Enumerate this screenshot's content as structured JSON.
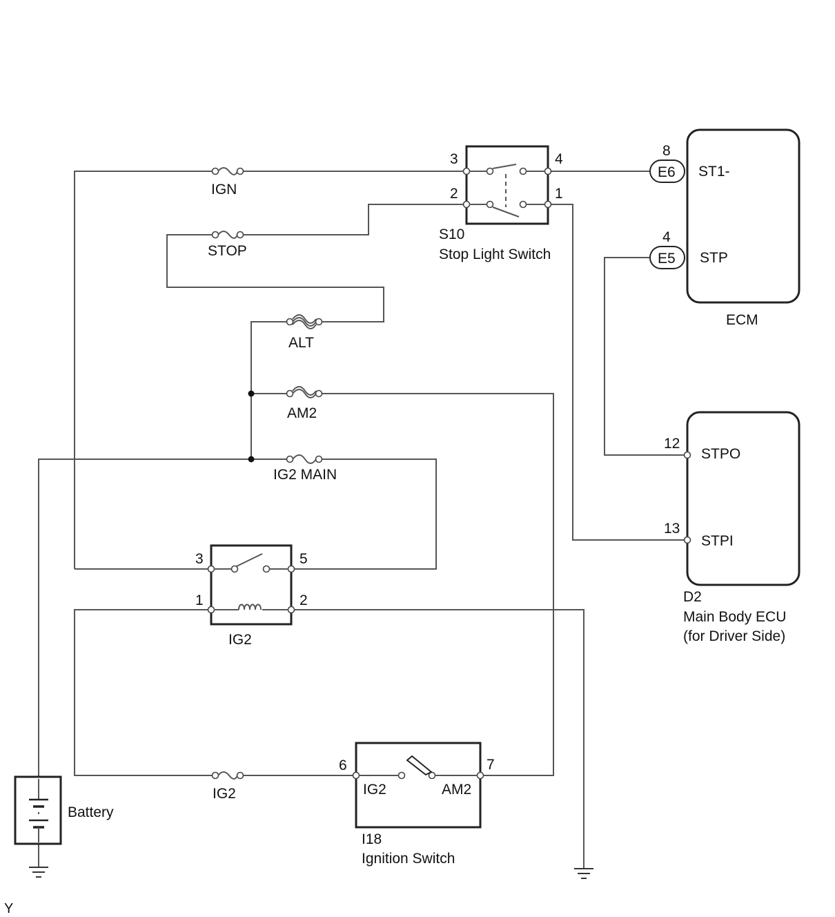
{
  "fuses": {
    "ign": "IGN",
    "stop": "STOP",
    "alt": "ALT",
    "am2": "AM2",
    "ig2_main": "IG2 MAIN",
    "ig2": "IG2"
  },
  "stop_light_switch": {
    "code": "S10",
    "name": "Stop Light Switch",
    "pins": {
      "p3": "3",
      "p4": "4",
      "p2": "2",
      "p1": "1"
    }
  },
  "ecm": {
    "name": "ECM",
    "connectors": [
      {
        "id": "E6",
        "pin": "8",
        "terminal": "ST1-"
      },
      {
        "id": "E5",
        "pin": "4",
        "terminal": "STP"
      }
    ]
  },
  "main_body_ecu": {
    "code": "D2",
    "name": "Main Body ECU",
    "note": "(for Driver Side)",
    "terminals": [
      {
        "pin": "12",
        "name": "STPO"
      },
      {
        "pin": "13",
        "name": "STPI"
      }
    ]
  },
  "ig2_relay": {
    "name": "IG2",
    "pins": {
      "p3": "3",
      "p5": "5",
      "p1": "1",
      "p2": "2"
    }
  },
  "ignition_switch": {
    "code": "I18",
    "name": "Ignition Switch",
    "pins": {
      "p6": "6",
      "p7": "7"
    },
    "terminals": {
      "left": "IG2",
      "right": "AM2"
    }
  },
  "battery": {
    "label": "Battery"
  },
  "corner_mark": "Y"
}
